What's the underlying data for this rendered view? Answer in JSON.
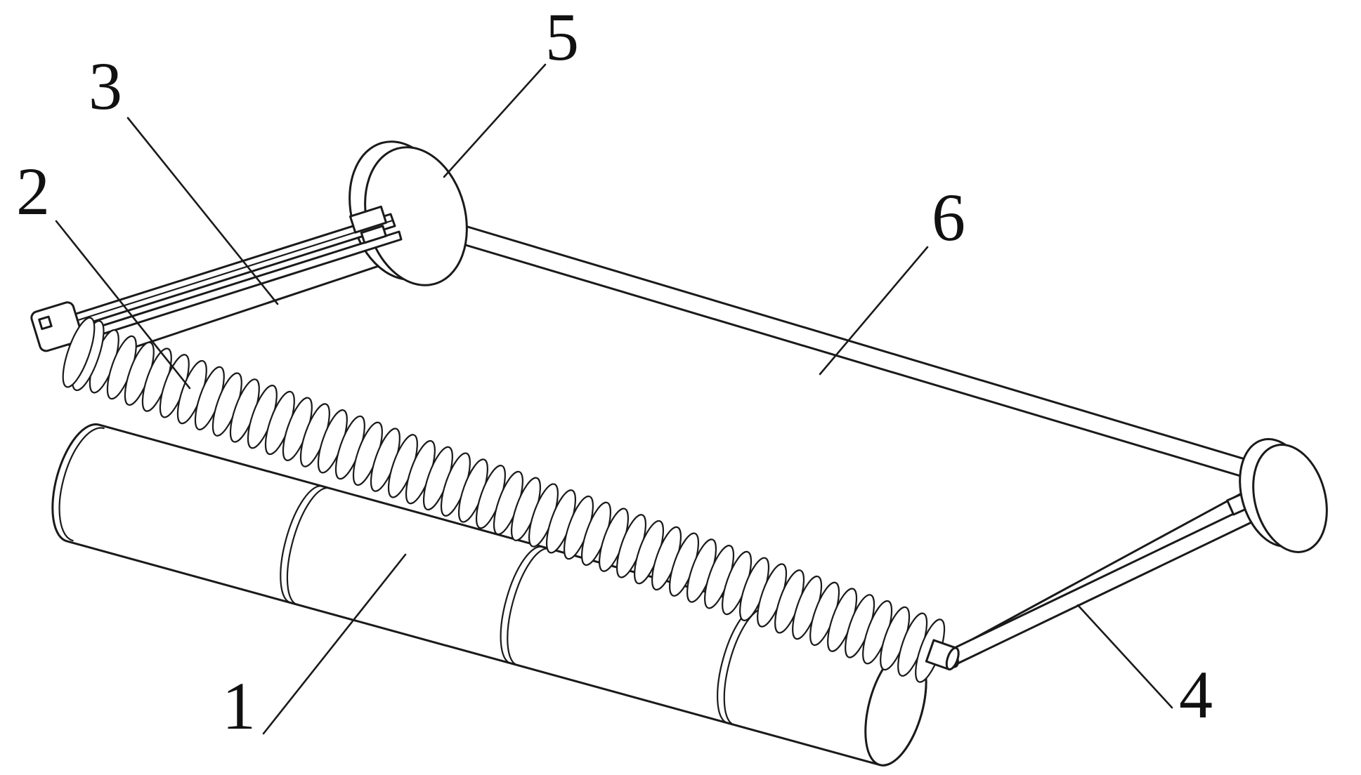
{
  "figure": {
    "background_color": "#ffffff",
    "line_color": "#1a1a1a",
    "labels": [
      "1",
      "2",
      "3",
      "4",
      "5",
      "6"
    ]
  }
}
